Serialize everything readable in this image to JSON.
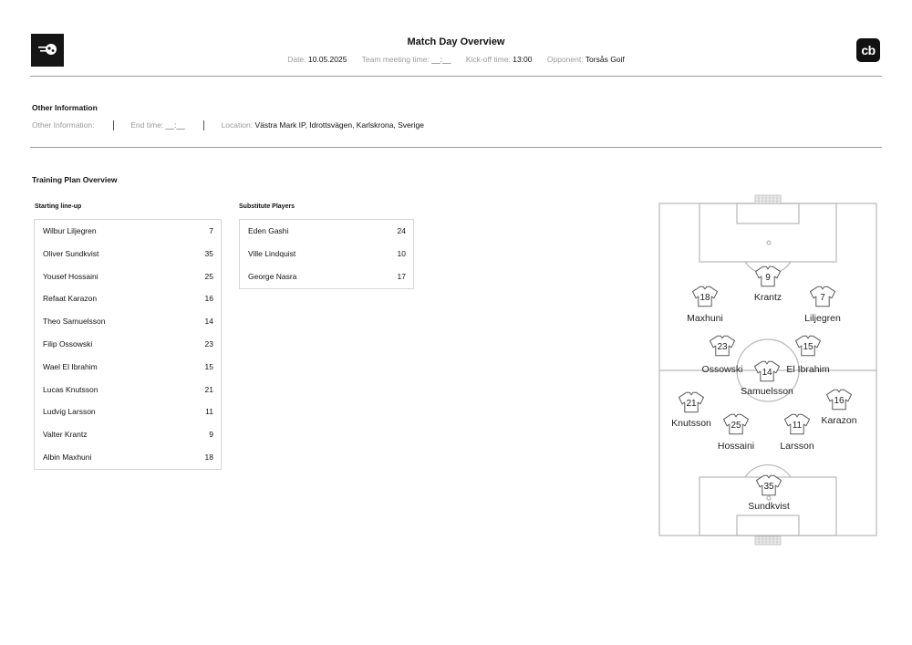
{
  "header": {
    "title": "Match Day Overview",
    "date_label": "Date:",
    "date_value": "10.05.2025",
    "meeting_label": "Team meeting time:",
    "meeting_value": "__:__",
    "kickoff_label": "Kick-off time:",
    "kickoff_value": "13:00",
    "opponent_label": "Opponent:",
    "opponent_value": "Torsås Goif",
    "brand_logo_text": "cb"
  },
  "other_info": {
    "heading": "Other Information",
    "info_label": "Other Information:",
    "end_time_label": "End time:",
    "end_time_value": "__:__",
    "location_label": "Location:",
    "location_value": "Västra Mark IP, Idrottsvägen, Karlskrona, Sverige"
  },
  "plan": {
    "heading": "Training Plan Overview",
    "starting_title": "Starting line-up",
    "substitutes_title": "Substitute Players",
    "starting": [
      {
        "name": "Wilbur Liljegren",
        "number": "7"
      },
      {
        "name": "Oliver Sundkvist",
        "number": "35"
      },
      {
        "name": "Yousef Hossaini",
        "number": "25"
      },
      {
        "name": "Refaat Karazon",
        "number": "16"
      },
      {
        "name": "Theo Samuelsson",
        "number": "14"
      },
      {
        "name": "Filip Ossowski",
        "number": "23"
      },
      {
        "name": "Wael El Ibrahim",
        "number": "15"
      },
      {
        "name": "Lucas Knutsson",
        "number": "21"
      },
      {
        "name": "Ludvig Larsson",
        "number": "11"
      },
      {
        "name": "Valter Krantz",
        "number": "9"
      },
      {
        "name": "Albin Maxhuni",
        "number": "18"
      }
    ],
    "substitutes": [
      {
        "name": "Eden Gashi",
        "number": "24"
      },
      {
        "name": "Ville Lindquist",
        "number": "10"
      },
      {
        "name": "George Nasra",
        "number": "17"
      }
    ]
  },
  "pitch_players": [
    {
      "label": "Krantz",
      "number": "9"
    },
    {
      "label": "Maxhuni",
      "number": "18"
    },
    {
      "label": "Liljegren",
      "number": "7"
    },
    {
      "label": "Ossowski",
      "number": "23"
    },
    {
      "label": "El Ibrahim",
      "number": "15"
    },
    {
      "label": "Samuelsson",
      "number": "14"
    },
    {
      "label": "Knutsson",
      "number": "21"
    },
    {
      "label": "Karazon",
      "number": "16"
    },
    {
      "label": "Hossaini",
      "number": "25"
    },
    {
      "label": "Larsson",
      "number": "11"
    },
    {
      "label": "Sundkvist",
      "number": "35"
    }
  ]
}
